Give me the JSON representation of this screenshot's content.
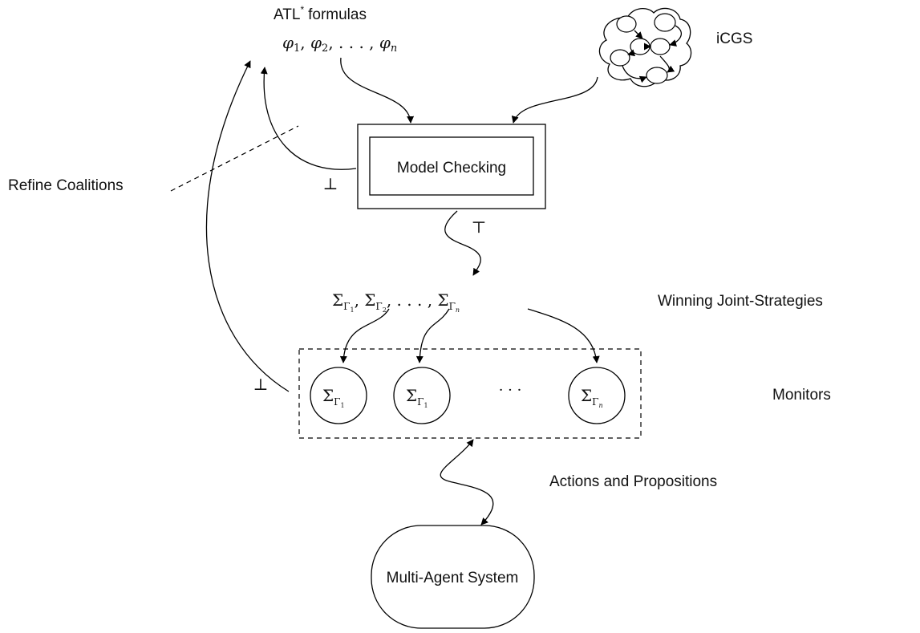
{
  "diagram": {
    "atl_label": {
      "text": "ATL",
      "superscript": "*",
      "suffix": "formulas"
    },
    "formulas": "φ1, φ2, . . . , φn",
    "icgs_label": "iCGS",
    "model_checking": "Model Checking",
    "refine_coalitions": "Refine Coalitions",
    "bottom_symbol": "⊥",
    "top_symbol": "⊤",
    "strategies": "ΣΓ1, ΣΓ2, . . . , ΣΓn",
    "winning_label": "Winning Joint-Strategies",
    "monitors_label": "Monitors",
    "monitors": [
      {
        "sigma": "Σ",
        "sub": "Γ",
        "subsub": "1"
      },
      {
        "sigma": "Σ",
        "sub": "Γ",
        "subsub": "1"
      },
      {
        "sigma": "Σ",
        "sub": "Γ",
        "subsub": "n"
      }
    ],
    "monitor_dots": "· · ·",
    "actions_label": "Actions and Propositions",
    "mas_label": "Multi-Agent System"
  }
}
